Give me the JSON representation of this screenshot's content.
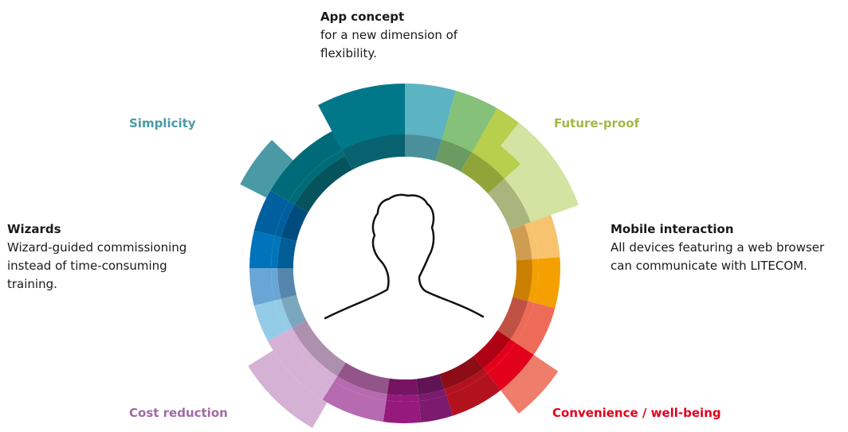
{
  "app_concept": {
    "title": "App concept",
    "text": "for a new dimension of\nflexibility."
  },
  "simplicity": {
    "title": "Simplicity",
    "color": "#4a9aa6"
  },
  "future_proof": {
    "title": "Future-proof",
    "color": "#a3b848"
  },
  "wizards": {
    "title": "Wizards",
    "text": "Wizard-guided commissioning\ninstead of time-consuming\ntraining."
  },
  "mobile": {
    "title": "Mobile interaction",
    "text": "All devices featuring a web browser\ncan communicate with LITECOM."
  },
  "cost": {
    "title": "Cost reduction",
    "color": "#a06aa6"
  },
  "convenience": {
    "title": "Convenience / well-being",
    "color": "#e3001b"
  }
}
